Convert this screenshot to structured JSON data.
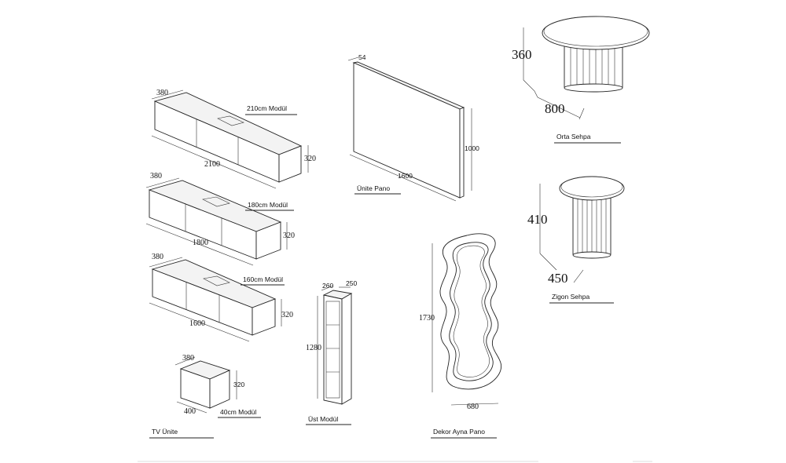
{
  "modules": {
    "m210": {
      "label": "210cm Modül",
      "width": "2100",
      "depth": "380",
      "height": "320"
    },
    "m180": {
      "label": "180cm Modül",
      "width": "1800",
      "depth": "380",
      "height": "320"
    },
    "m160": {
      "label": "160cm Modül",
      "width": "1600",
      "depth": "380",
      "height": "320"
    },
    "m40": {
      "label": "40cm Modül",
      "width": "400",
      "depth": "380",
      "height": "320"
    }
  },
  "tv_unite": {
    "label": "TV Ünite"
  },
  "unite_pano": {
    "label": "Ünite Pano",
    "width": "1600",
    "height": "1000",
    "depth": "54"
  },
  "ust_modul": {
    "label": "Üst Modül",
    "height": "1280",
    "width": "260",
    "depth": "250"
  },
  "ayna": {
    "label": "Dekor Ayna Pano",
    "height": "1730",
    "width": "680"
  },
  "orta_sehpa": {
    "label": "Orta Sehpa",
    "height": "360",
    "diameter": "800"
  },
  "zigon_sehpa": {
    "label": "Zigon Sehpa",
    "height": "410",
    "diameter": "450"
  }
}
